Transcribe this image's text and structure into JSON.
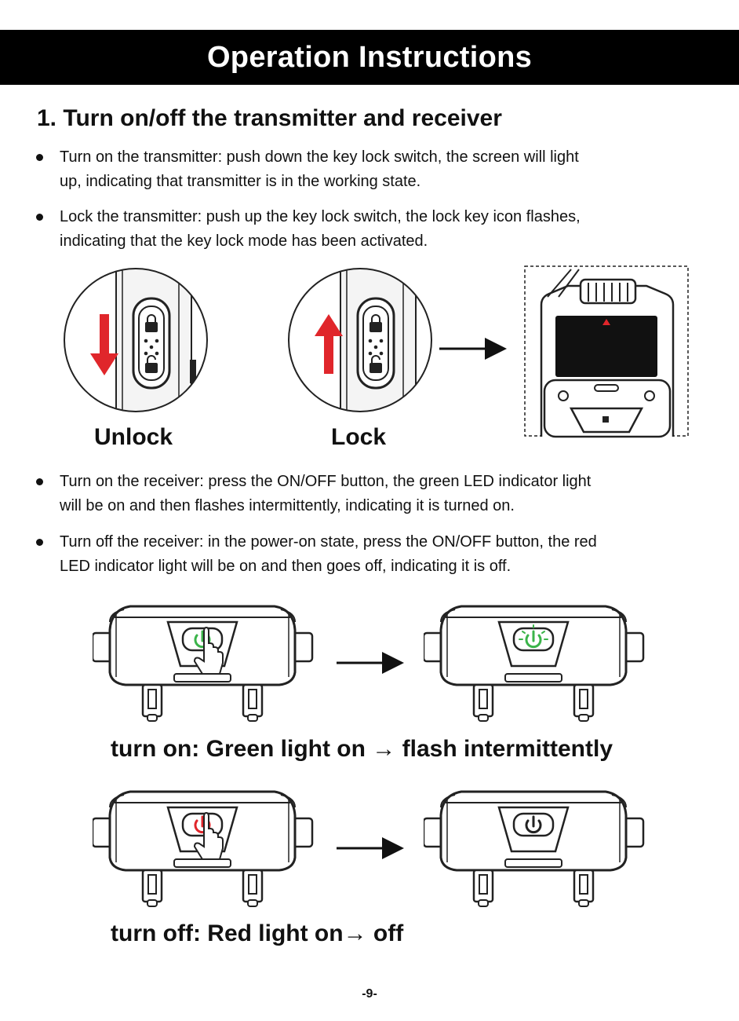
{
  "header": {
    "title": "Operation Instructions"
  },
  "section": {
    "heading": "1. Turn on/off the transmitter and receiver"
  },
  "bullets": [
    {
      "line1": "Turn on the transmitter: push down the key lock switch, the screen will light",
      "line2": "up, indicating that transmitter is in the working state."
    },
    {
      "line1": "Lock the transmitter: push up the key lock switch, the lock key icon flashes,",
      "line2": "indicating that the key lock mode has been activated."
    },
    {
      "line1": "Turn on the receiver: press the ON/OFF button, the green LED indicator light",
      "line2": "will be on and then flashes intermittently, indicating it is turned on."
    },
    {
      "line1": "Turn off the receiver: in the power-on state, press the ON/OFF button, the red",
      "line2": "LED indicator light will be on and then goes off, indicating it is off."
    }
  ],
  "figures": {
    "unlock_label": "Unlock",
    "lock_label": "Lock",
    "turn_on_caption": "turn on: Green light on → flash intermittently",
    "turn_off_caption": "turn off: Red light on→ off"
  },
  "colors": {
    "header_bg": "#000000",
    "arrow_red": "#e0262b",
    "led_green": "#3bb44a",
    "led_red": "#e0262b"
  },
  "icons": [
    "down-arrow-icon",
    "up-arrow-icon",
    "right-arrow-icon",
    "power-icon",
    "hand-pointer-icon",
    "lock-icon",
    "unlock-icon"
  ],
  "page": {
    "number": "-9-"
  }
}
